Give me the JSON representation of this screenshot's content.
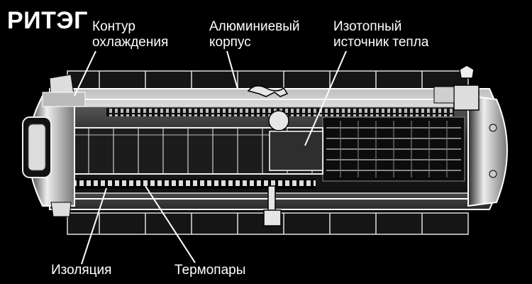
{
  "title": "РИТЭГ",
  "labels": {
    "cooling_line1": "Контур",
    "cooling_line2": "охлаждения",
    "housing_line1": "Алюминиевый",
    "housing_line2": "корпус",
    "source_line1": "Изотопный",
    "source_line2": "источник тепла",
    "insulation": "Изоляция",
    "thermocouples": "Термопары"
  },
  "colors": {
    "background": "#000000",
    "foreground": "#ffffff",
    "metal_light": "#e8e8e8",
    "metal_mid": "#9a9a9a",
    "metal_dark": "#3a3a3a"
  }
}
